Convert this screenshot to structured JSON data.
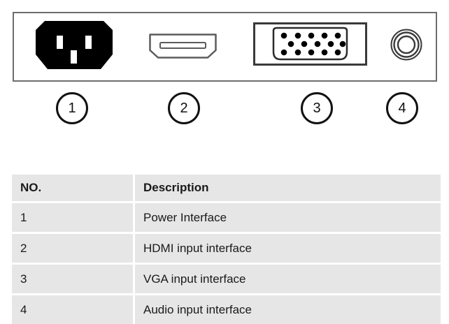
{
  "diagram": {
    "name": "rear-panel-port-diagram",
    "ports": [
      {
        "callout": "1",
        "type": "power-iec-c14",
        "name": "power-connector"
      },
      {
        "callout": "2",
        "type": "hdmi",
        "name": "hdmi-connector"
      },
      {
        "callout": "3",
        "type": "vga-db15",
        "name": "vga-connector"
      },
      {
        "callout": "4",
        "type": "audio-jack-3.5mm",
        "name": "audio-connector"
      }
    ],
    "callout_labels": [
      "1",
      "2",
      "3",
      "4"
    ]
  },
  "table": {
    "headers": [
      "NO.",
      "Description"
    ],
    "rows": [
      {
        "no": "1",
        "description": "Power Interface"
      },
      {
        "no": "2",
        "description": "HDMI input interface"
      },
      {
        "no": "3",
        "description": "VGA input interface"
      },
      {
        "no": "4",
        "description": "Audio input interface"
      }
    ]
  },
  "colors": {
    "panel_border": "#6d6d6d",
    "connector_fill_dark": "#000000",
    "connector_outline": "#5b5b5b",
    "table_cell_bg": "#e6e6e6",
    "table_gap": "#ffffff",
    "text": "#1a1a1a",
    "page_bg": "#ffffff"
  }
}
